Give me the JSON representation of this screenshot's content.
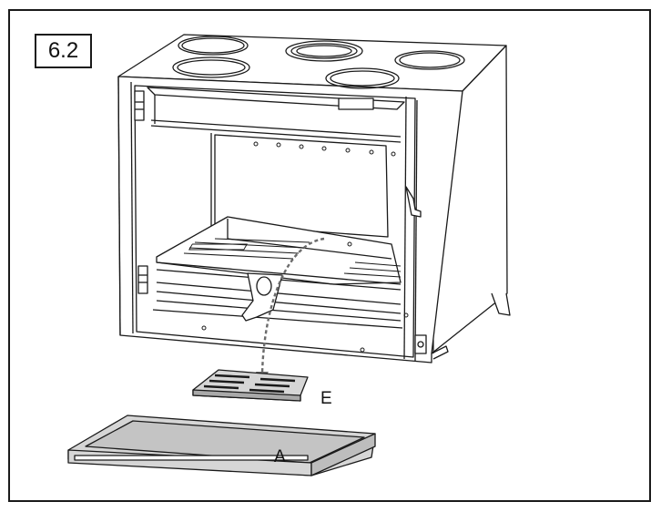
{
  "step": {
    "number": "6.2"
  },
  "labels": {
    "grate": "E",
    "ash_pan": "A"
  },
  "colors": {
    "line": "#1a1a1a",
    "panel_fill": "#ffffff",
    "part_fill": "#d6d6d6",
    "part_dark": "#a9a9a9",
    "arrow": "#6b6b6b"
  }
}
